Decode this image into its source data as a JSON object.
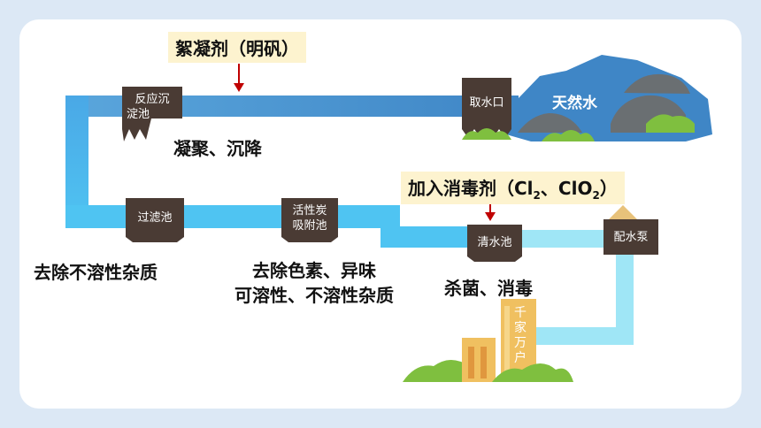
{
  "callouts": {
    "coagulant": "絮凝剂（明矾）",
    "disinfectant_prefix": "加入消毒剂（Cl",
    "disinfectant_sub1": "2",
    "disinfectant_mid": "、ClO",
    "disinfectant_sub2": "2",
    "disinfectant_suffix": "）"
  },
  "stations": {
    "intake": "取水口",
    "reaction_line1": "反应沉",
    "reaction_line2": "淀池",
    "filter": "过滤池",
    "carbon_line1": "活性炭",
    "carbon_line2": "吸附池",
    "clear": "清水池",
    "pump": "配水泵"
  },
  "labels": {
    "natural_water": "天然水",
    "coagulate_settle": "凝聚、沉降",
    "remove_insoluble": "去除不溶性杂质",
    "remove_color_line1": "去除色素、异味",
    "remove_color_line2": "可溶性、不溶性杂质",
    "sterilize": "杀菌、消毒",
    "households": "千家万户"
  },
  "colors": {
    "pipe_dark": "#3f86c6",
    "pipe_light": "#4fc4f2",
    "pipe_pale": "#9fe6f6",
    "station": "#4a3b34",
    "arrow": "#c00000",
    "callout_bg": "#fdf3cf",
    "grass": "#7fbf3f",
    "building": "#f0c060"
  }
}
